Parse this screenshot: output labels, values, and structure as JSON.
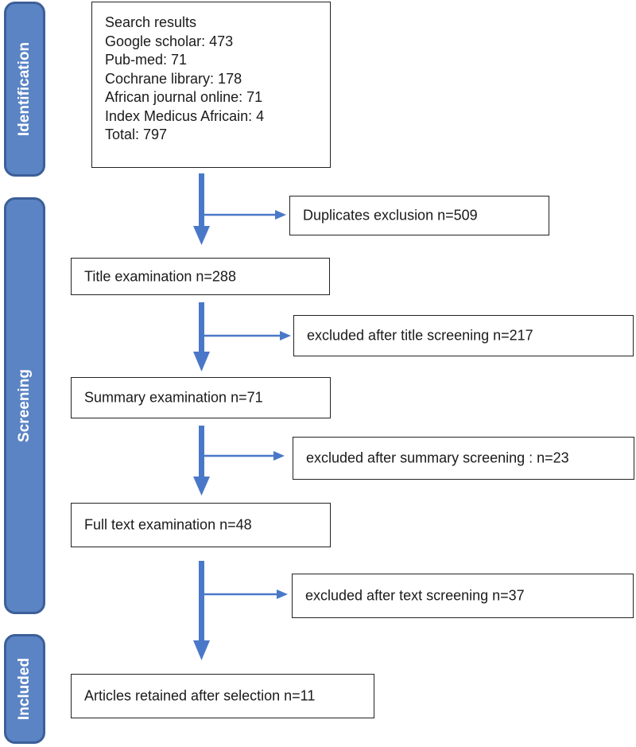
{
  "phases": {
    "identification": "Identification",
    "screening": "Screening",
    "included": "Included"
  },
  "search": {
    "title": "Search results",
    "lines": [
      "Google scholar: 473",
      "Pub-med: 71",
      "Cochrane library: 178",
      "African journal online: 71",
      "Index Medicus Africain: 4",
      "Total: 797"
    ]
  },
  "exclusions": {
    "duplicates": "Duplicates exclusion  n=509",
    "title": "excluded after title screening n=217",
    "summary": "excluded after summary screening : n=23",
    "text": "excluded after text screening n=37"
  },
  "steps": {
    "title": "Title examination n=288",
    "summary": "Summary examination n=71",
    "fulltext": "Full text examination n=48",
    "retained": "Articles retained after selection n=11"
  },
  "colors": {
    "phase_fill": "#5b84c4",
    "phase_border": "#3c5f98",
    "arrow": "#4a78c8"
  }
}
